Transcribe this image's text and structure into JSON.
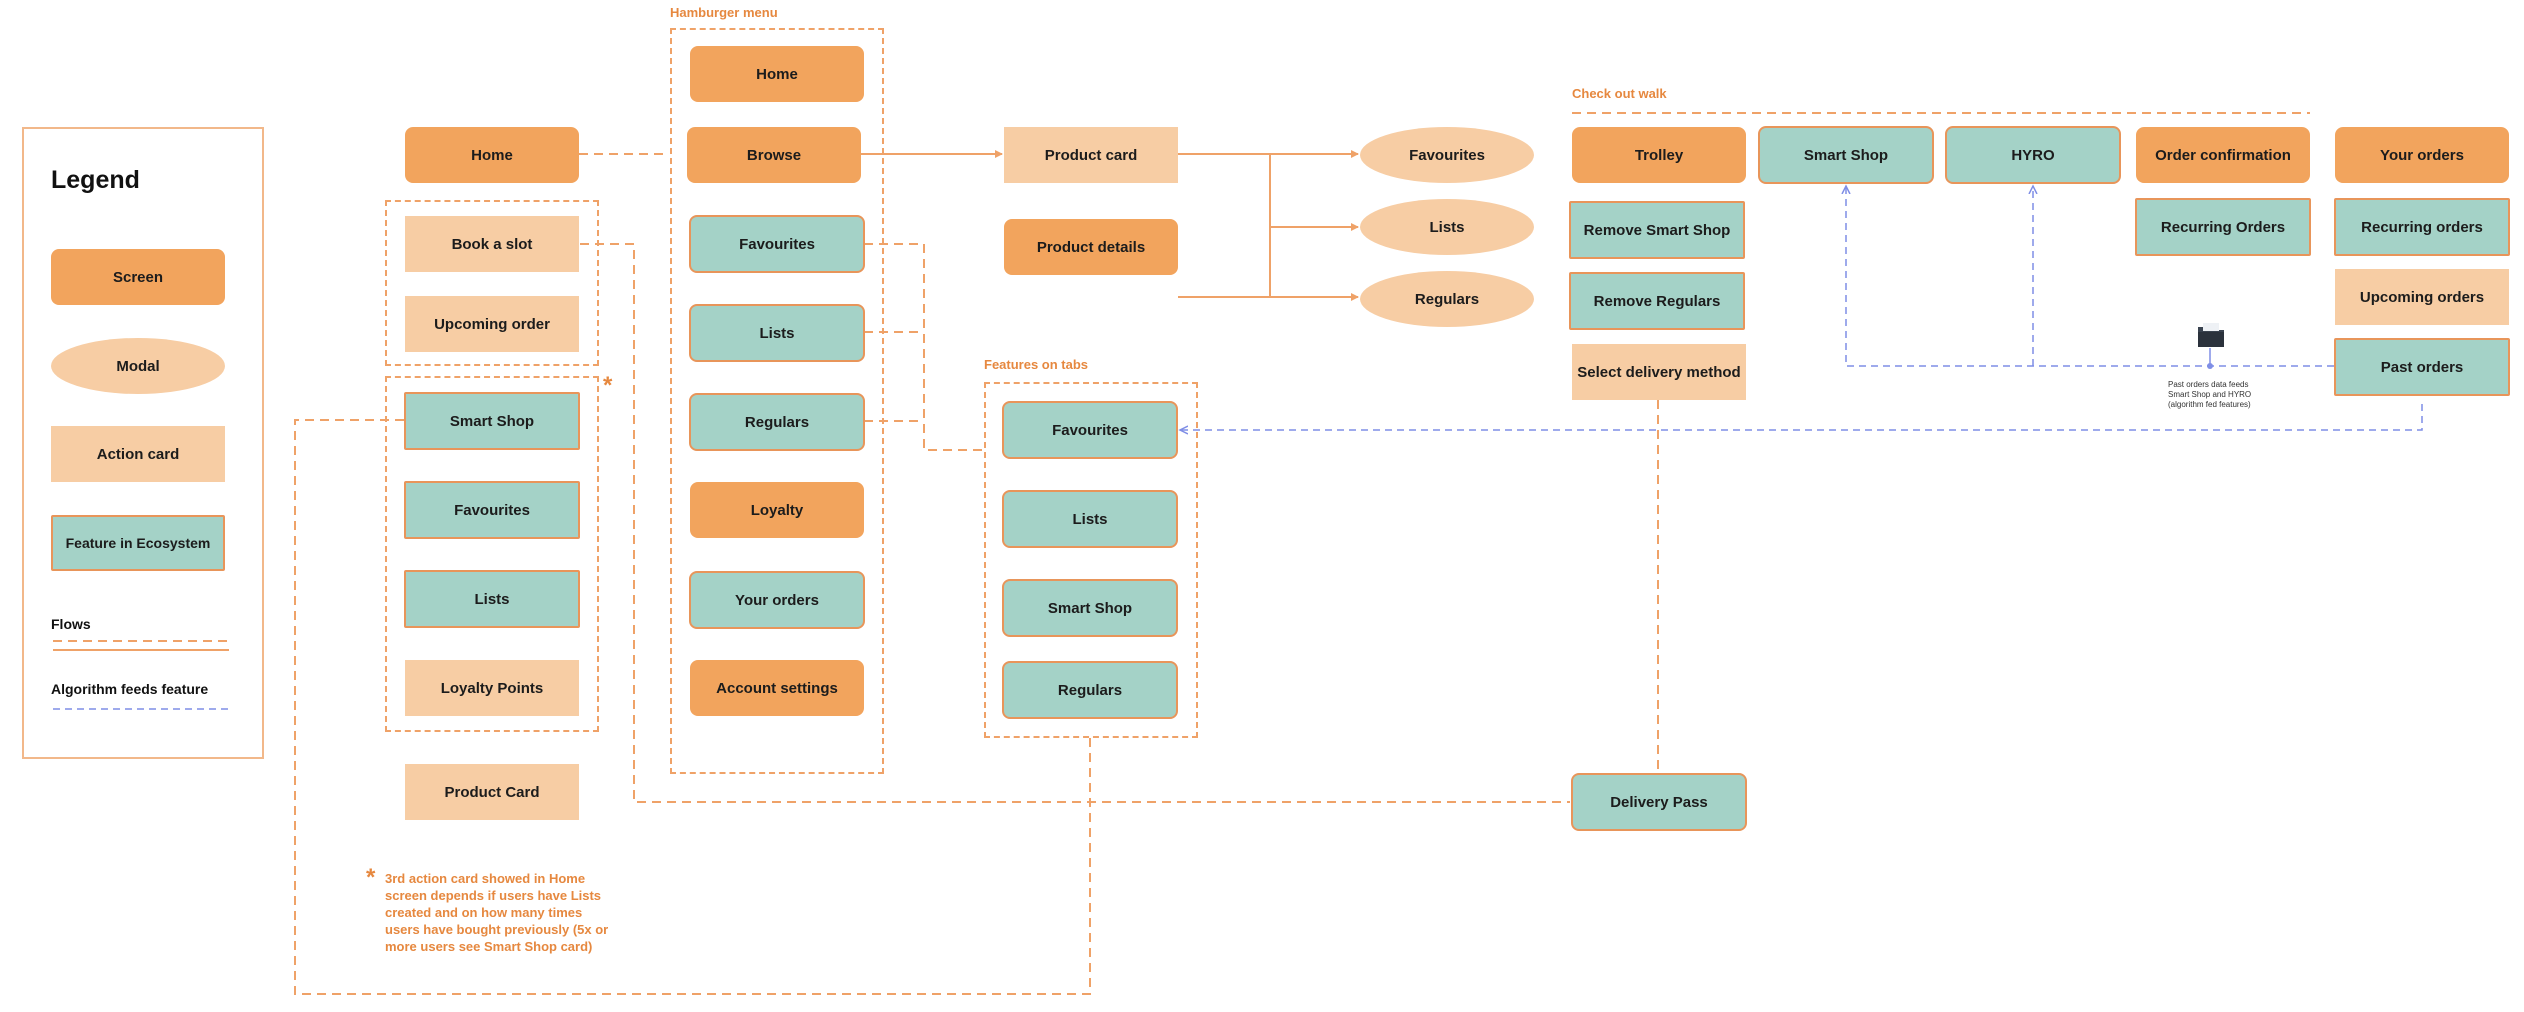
{
  "colors": {
    "screen": "#f2a45d",
    "modal": "#f7cda4",
    "action_card": "#f7cda4",
    "feature": "#a4d2c7",
    "flow_line": "#efa268",
    "algorithm_line": "#7f8ee6",
    "title_orange": "#e6883f"
  },
  "legend": {
    "title": "Legend",
    "screen": "Screen",
    "modal": "Modal",
    "action_card": "Action card",
    "feature": "Feature in Ecosystem",
    "flows": "Flows",
    "algorithm": "Algorithm feeds feature"
  },
  "groups": {
    "hamburger": "Hamburger menu",
    "checkout": "Check out walk",
    "tabs": "Features on tabs"
  },
  "home": {
    "home": "Home",
    "book_slot": "Book a slot",
    "upcoming_order": "Upcoming order",
    "smart_shop": "Smart Shop",
    "favourites": "Favourites",
    "lists": "Lists",
    "loyalty_points": "Loyalty Points",
    "product_card": "Product Card"
  },
  "menu": {
    "home": "Home",
    "browse": "Browse",
    "favourites": "Favourites",
    "lists": "Lists",
    "regulars": "Regulars",
    "loyalty": "Loyalty",
    "your_orders": "Your orders",
    "account_settings": "Account settings"
  },
  "product": {
    "card": "Product card",
    "details": "Product details",
    "favourites": "Favourites",
    "lists": "Lists",
    "regulars": "Regulars"
  },
  "tabs": {
    "favourites": "Favourites",
    "lists": "Lists",
    "smart_shop": "Smart Shop",
    "regulars": "Regulars"
  },
  "checkout": {
    "trolley": "Trolley",
    "remove_smart_shop": "Remove Smart Shop",
    "remove_regulars": "Remove Regulars",
    "select_delivery": "Select delivery method",
    "delivery_pass": "Delivery Pass",
    "smart_shop": "Smart Shop",
    "hyro": "HYRO",
    "order_confirmation": "Order confirmation",
    "recurring_orders_cap": "Recurring Orders"
  },
  "orders": {
    "your_orders": "Your orders",
    "recurring_orders": "Recurring orders",
    "upcoming_orders": "Upcoming orders",
    "past_orders": "Past orders"
  },
  "notes": {
    "star": "*",
    "footnote": "3rd action card showed in Home screen depends if users have Lists created and on how many times users have bought previously (5x or more users see Smart Shop card)",
    "past_orders_note": "Past orders data feeds Smart Shop and HYRO (algorithm fed features)",
    "folder_icon": "folder-icon"
  }
}
